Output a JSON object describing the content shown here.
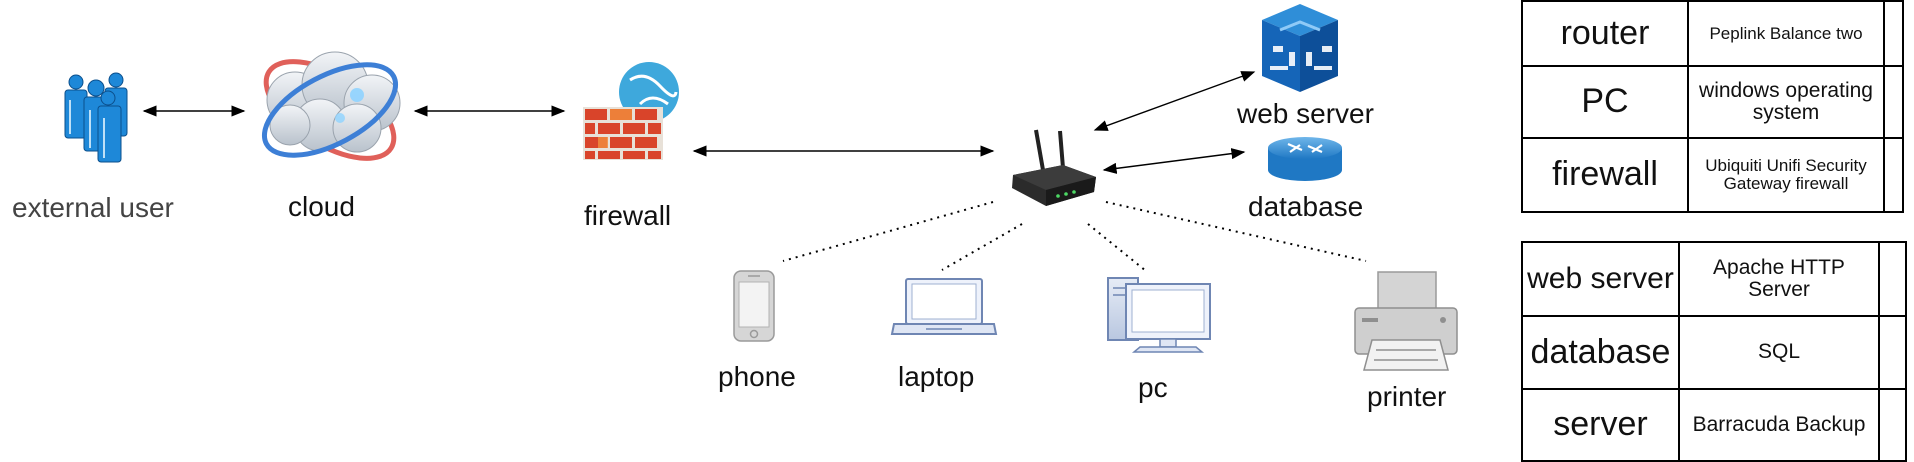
{
  "nodes": {
    "external_user": "external user",
    "cloud": "cloud",
    "firewall": "firewall",
    "web_server": "web server",
    "database": "database",
    "phone": "phone",
    "laptop": "laptop",
    "pc": "pc",
    "printer": "printer"
  },
  "specs_top": [
    {
      "key": "router",
      "value": "Peplink Balance two"
    },
    {
      "key": "PC",
      "value": "windows operating system"
    },
    {
      "key": "firewall",
      "value": "Ubiquiti Unifi Security Gateway firewall"
    }
  ],
  "specs_bottom": [
    {
      "key": "web server",
      "value": "Apache HTTP Server"
    },
    {
      "key": "database",
      "value": "SQL"
    },
    {
      "key": "server",
      "value": "Barracuda Backup"
    }
  ],
  "icons": [
    "users-icon",
    "cloud-icon",
    "firewall-icon",
    "router-icon",
    "web-server-icon",
    "database-icon",
    "phone-icon",
    "laptop-icon",
    "pc-icon",
    "printer-icon"
  ],
  "colors": {
    "accent_blue": "#1e88d8",
    "firewall_brick": "#d9442a",
    "line": "#000000"
  }
}
